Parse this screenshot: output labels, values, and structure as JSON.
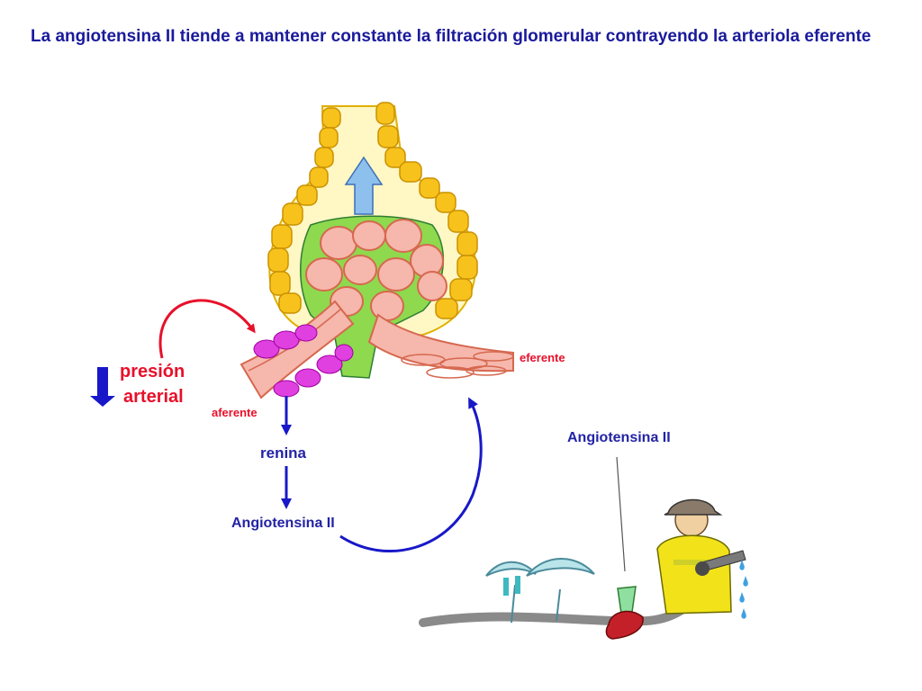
{
  "title": "La angiotensina II tiende a mantener constante la filtración glomerular contrayendo la arteriola eferente",
  "labels": {
    "pressure_line1": "presión",
    "pressure_line2": "arterial",
    "afferent": "aferente",
    "efferent": "eferente",
    "renin": "renina",
    "angiotensin_center": "Angiotensina II",
    "angiotensin_right": "Angiotensina II"
  },
  "colors": {
    "title": "#1a1a9c",
    "red_labels": "#e8102a",
    "blue_labels": "#2323a6",
    "arrow_red": "#e8102a",
    "arrow_blue": "#1818c8"
  }
}
